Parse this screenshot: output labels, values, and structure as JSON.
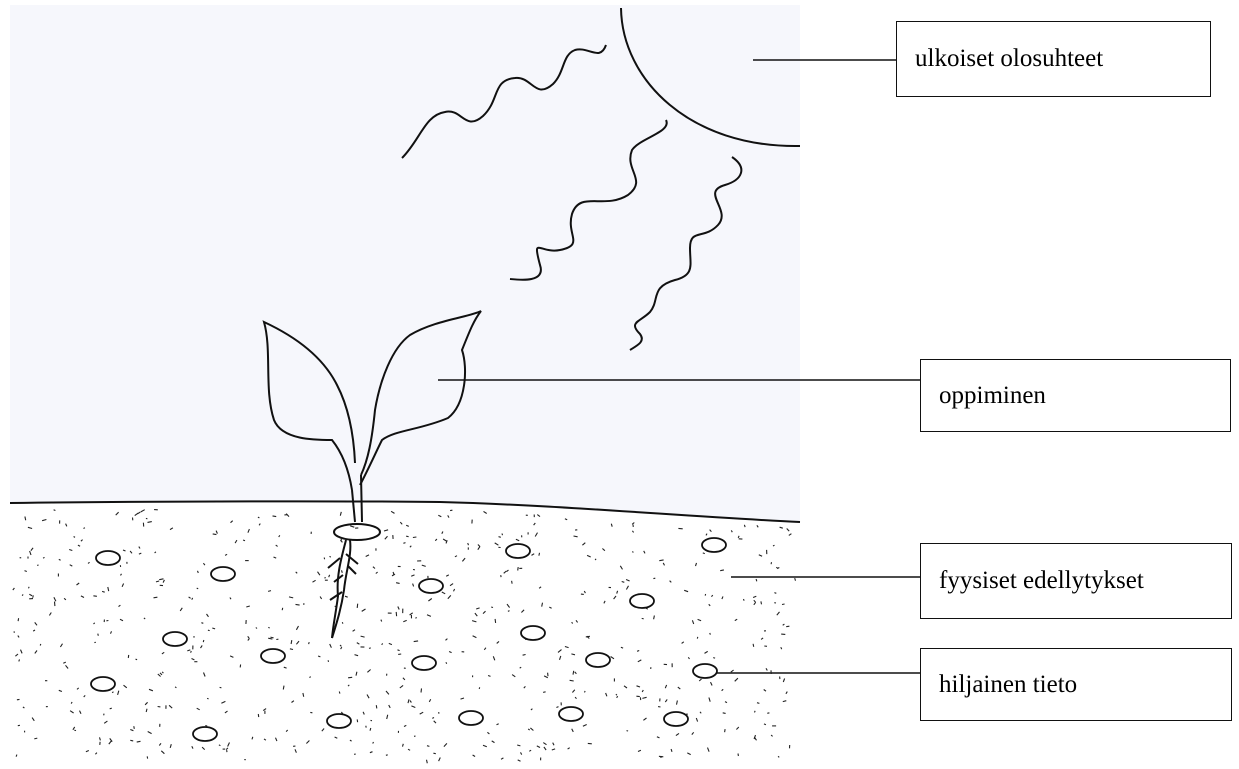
{
  "labels": {
    "external_conditions": "ulkoiset olosuhteet",
    "learning": "oppiminen",
    "physical_prerequisites": "fyysiset edellytykset",
    "tacit_knowledge": "hiljainen tieto"
  },
  "colors": {
    "ink": "#111111",
    "sky": "#f6f7fc",
    "soil": "#ffffff"
  },
  "icons": [
    "sun-icon",
    "seedling-icon",
    "stone-icon",
    "heat-wave-icon"
  ]
}
